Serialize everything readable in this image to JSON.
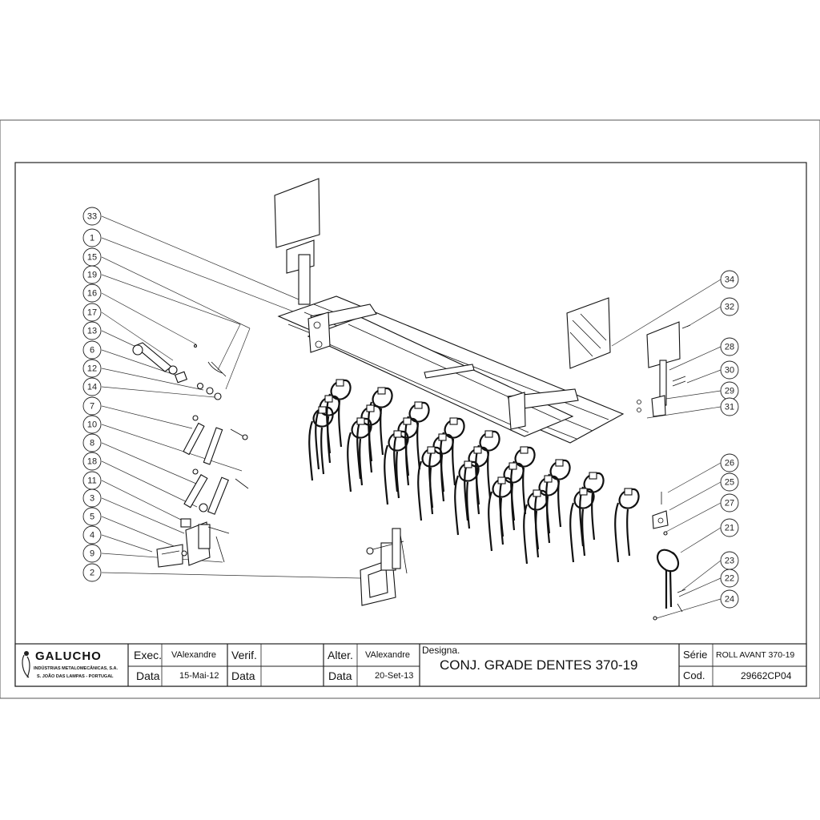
{
  "title_block": {
    "company_name": "GALUCHO",
    "company_sub1": "INDÚSTRIAS METALOMECÂNICAS, S.A.",
    "company_sub2": "S. JOÃO DAS LAMPAS - PORTUGAL",
    "exec_label": "Exec.",
    "exec_value": "VAlexandre",
    "verif_label": "Verif.",
    "verif_value": "",
    "alter_label": "Alter.",
    "alter_value": "VAlexandre",
    "data_label": "Data",
    "data_exec": "15-Mai-12",
    "data_verif": "",
    "data_alter": "20-Set-13",
    "designa_label": "Designa.",
    "designa_value": "CONJ. GRADE DENTES 370-19",
    "serie_label": "Série",
    "serie_value": "ROLL AVANT 370-19",
    "cod_label": "Cod.",
    "cod_value": "29662CP04"
  },
  "balloons_left": [
    "33",
    "1",
    "15",
    "19",
    "16",
    "17",
    "13",
    "6",
    "12",
    "14",
    "7",
    "10",
    "8",
    "18",
    "11",
    "3",
    "5",
    "4",
    "9",
    "2"
  ],
  "balloons_right": [
    "34",
    "32",
    "28",
    "30",
    "29",
    "31",
    "26",
    "25",
    "27",
    "21",
    "23",
    "22",
    "24"
  ]
}
